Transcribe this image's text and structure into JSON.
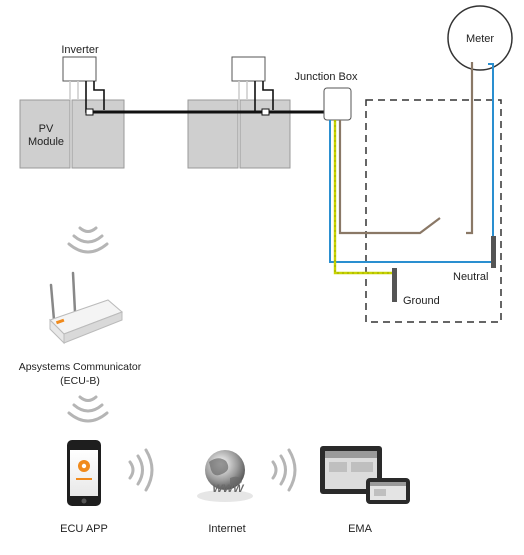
{
  "labels": {
    "inverter": "Inverter",
    "pv_module_line1": "PV",
    "pv_module_line2": "Module",
    "junction_box": "Junction Box",
    "meter": "Meter",
    "neutral": "Neutral",
    "ground": "Ground",
    "communicator_line1": "Apsystems Communicator",
    "communicator_line2": "(ECU-B)",
    "ecu_app": "ECU APP",
    "internet": "Internet",
    "ema": "EMA",
    "www": "WWW"
  },
  "colors": {
    "panel_fill": "#cfcfcf",
    "panel_stroke": "#9a9a9a",
    "dc_cable": "#111111",
    "live_wire": "#8a7866",
    "neutral_wire": "#2a8fd0",
    "ground_wire": "#c8d400",
    "dashed_box": "#333333",
    "wifi_waves": "#b5b5b5",
    "app_accent": "#f08a1c"
  },
  "icons": {
    "wireless": "wireless-waves-icon",
    "phone": "smartphone-icon",
    "globe": "globe-icon",
    "ema": "monitor-tablet-icon",
    "communicator": "router-icon"
  }
}
